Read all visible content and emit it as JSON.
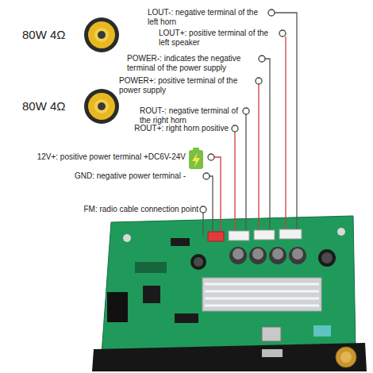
{
  "diagram": {
    "labels": [
      "80W 4Ω",
      "LOUT-: negative terminal of the left horn",
      "LOUT+: positive terminal of the left speaker",
      "POWER-: indicates the negative terminal of the power supply",
      "POWER+: positive terminal of the power supply",
      "80W 4Ω",
      "ROUT-: negative terminal of the right horn",
      "ROUT+: right horn positive",
      "12V+: positive power terminal +DC6V-24V",
      "GND: negative power terminal -",
      "FM: radio cable connection point"
    ]
  }
}
